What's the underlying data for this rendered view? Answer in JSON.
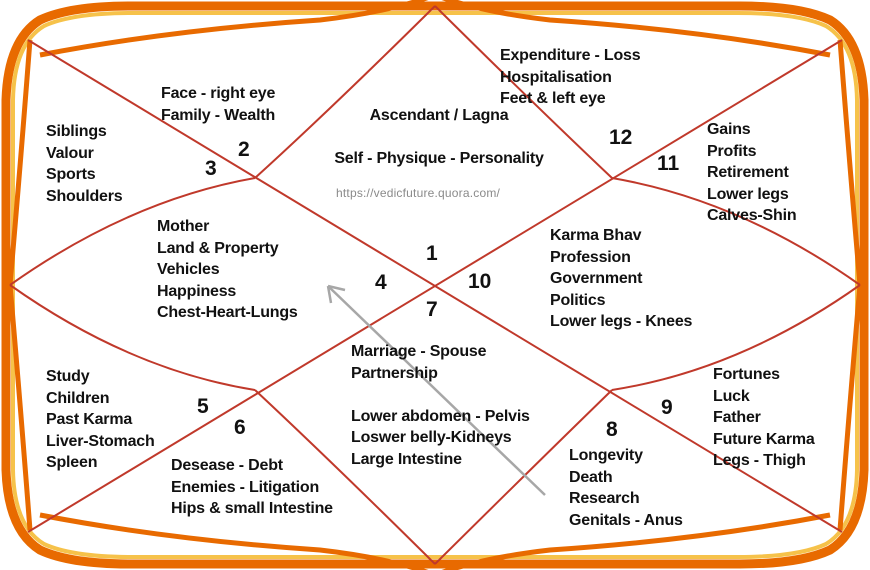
{
  "colors": {
    "frame_outer": "#e86a00",
    "frame_inner": "#f6c24a",
    "lines": "#c0392b",
    "arrow": "#a7a7a7",
    "text": "#111111"
  },
  "watermark": "https://vedicfuture.quora.com/",
  "houses": [
    {
      "num": "1",
      "text": "Ascendant / Lagna\n\nSelf - Physique - Personality"
    },
    {
      "num": "2",
      "text": "Face - right eye\nFamily -  Wealth"
    },
    {
      "num": "3",
      "text": "Siblings\nValour\nSports\nShoulders"
    },
    {
      "num": "4",
      "text": "Mother\nLand & Property\nVehicles\nHappiness\nChest-Heart-Lungs"
    },
    {
      "num": "5",
      "text": "Study\nChildren\nPast Karma\nLiver-Stomach\nSpleen"
    },
    {
      "num": "6",
      "text": "Desease - Debt\nEnemies - Litigation\nHips & small Intestine"
    },
    {
      "num": "7",
      "text": "Marriage - Spouse\nPartnership\n\nLower abdomen - Pelvis\nLoswer belly-Kidneys\nLarge Intestine"
    },
    {
      "num": "8",
      "text": "Longevity\nDeath\nResearch\nGenitals - Anus"
    },
    {
      "num": "9",
      "text": "Fortunes\nLuck\nFather\nFuture Karma\n     Legs - Thigh"
    },
    {
      "num": "10",
      "text": "Karma Bhav\nProfession\nGovernment\nPolitics\nLower legs - Knees"
    },
    {
      "num": "11",
      "text": "Gains\nProfits\nRetirement\nLower legs\n     Calves-Shin"
    },
    {
      "num": "12",
      "text": "Expenditure - Loss\nHospitalisation\n            Feet & left eye"
    }
  ]
}
